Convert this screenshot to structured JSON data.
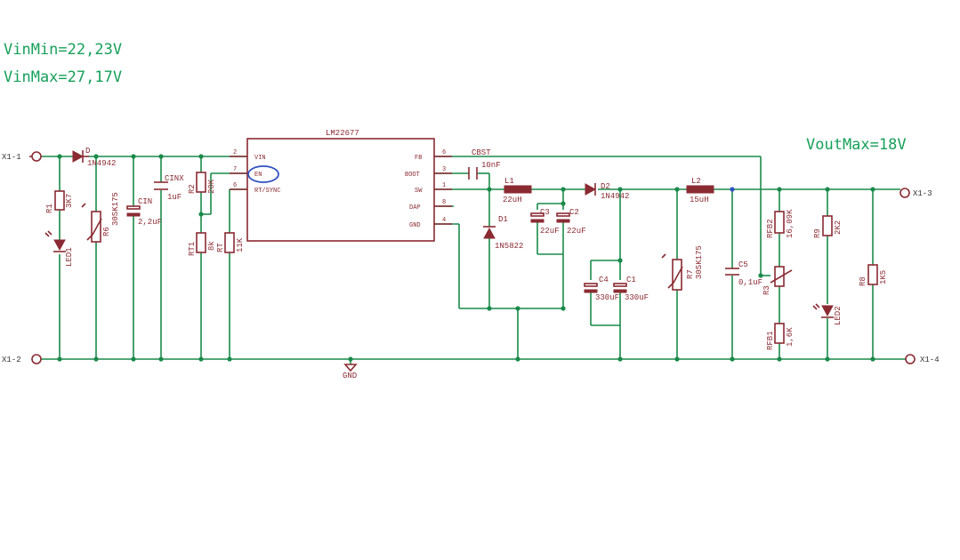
{
  "annotations": {
    "vin_min": "VinMin=22,23V",
    "vin_max": "VinMax=27,17V",
    "vout_max": "VoutMax=18V"
  },
  "ic": {
    "name": "LM22677",
    "left_pins": [
      {
        "num": "2",
        "label": "VIN"
      },
      {
        "num": "7",
        "label": "EN"
      },
      {
        "num": "6",
        "label": "RT/SYNC"
      }
    ],
    "right_pins": [
      {
        "num": "6",
        "label": "FB"
      },
      {
        "num": "3",
        "label": "BOOT"
      },
      {
        "num": "1",
        "label": "SW"
      },
      {
        "num": "8",
        "label": "DAP"
      },
      {
        "num": "4",
        "label": "GND"
      }
    ]
  },
  "terminals": {
    "in_pos": "X1-1",
    "in_neg": "X1-2",
    "out_pos": "X1-3",
    "out_neg": "X1-4"
  },
  "ground_label": "GND",
  "components": {
    "d1": {
      "ref": "D",
      "value": "1N4942"
    },
    "r1": {
      "ref": "R1",
      "value": "3K7"
    },
    "led1": {
      "ref": "LED1"
    },
    "r6": {
      "ref": "R6",
      "value": "30SK175"
    },
    "cin": {
      "ref": "CIN",
      "value": "2,2uF"
    },
    "cinx": {
      "ref": "CINX",
      "value": "1uF"
    },
    "r2": {
      "ref": "R2",
      "value": "20K"
    },
    "rt1": {
      "ref": "RT1",
      "value": "8k"
    },
    "rt": {
      "ref": "RT",
      "value": "11K"
    },
    "cbst": {
      "ref": "CBST",
      "value": "10nF"
    },
    "l1": {
      "ref": "L1",
      "value": "22uH"
    },
    "dd1": {
      "ref": "D1",
      "value": "1N5822"
    },
    "c3": {
      "ref": "C3",
      "value": "22uF"
    },
    "c2": {
      "ref": "C2",
      "value": "22uF"
    },
    "d2": {
      "ref": "D2",
      "value": "1N4942"
    },
    "c4": {
      "ref": "C4",
      "value": "330uF"
    },
    "c1": {
      "ref": "C1",
      "value": "330uF"
    },
    "r7": {
      "ref": "R7",
      "value": "30SK175"
    },
    "l2": {
      "ref": "L2",
      "value": "15uH"
    },
    "c5": {
      "ref": "C5",
      "value": "0,1uF"
    },
    "rfb2": {
      "ref": "RFB2",
      "value": "16,09K"
    },
    "r3": {
      "ref": "R3"
    },
    "rfb1": {
      "ref": "RFB1",
      "value": "1,6K"
    },
    "r9": {
      "ref": "R9",
      "value": "2K2"
    },
    "led2": {
      "ref": "LED2"
    },
    "r8": {
      "ref": "R8",
      "value": "1K5"
    }
  }
}
